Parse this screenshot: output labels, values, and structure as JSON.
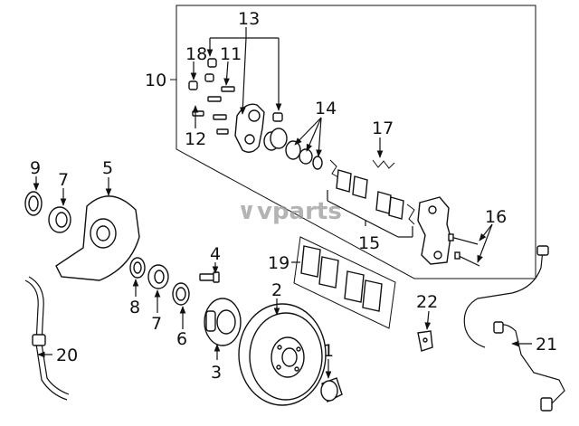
{
  "watermark": {
    "prefix": "∨",
    "text": "vparts"
  },
  "callouts": {
    "c1": "1",
    "c2": "2",
    "c3": "3",
    "c4": "4",
    "c5": "5",
    "c6": "6",
    "c7a": "7",
    "c7b": "7",
    "c8": "8",
    "c9": "9",
    "c10": "10",
    "c11": "11",
    "c12": "12",
    "c13": "13",
    "c14": "14",
    "c15": "15",
    "c16": "16",
    "c17": "17",
    "c18": "18",
    "c19": "19",
    "c20": "20",
    "c21": "21",
    "c22": "22"
  },
  "colors": {
    "ink": "#111111",
    "background": "#ffffff",
    "watermark": "#9a9a9a"
  }
}
